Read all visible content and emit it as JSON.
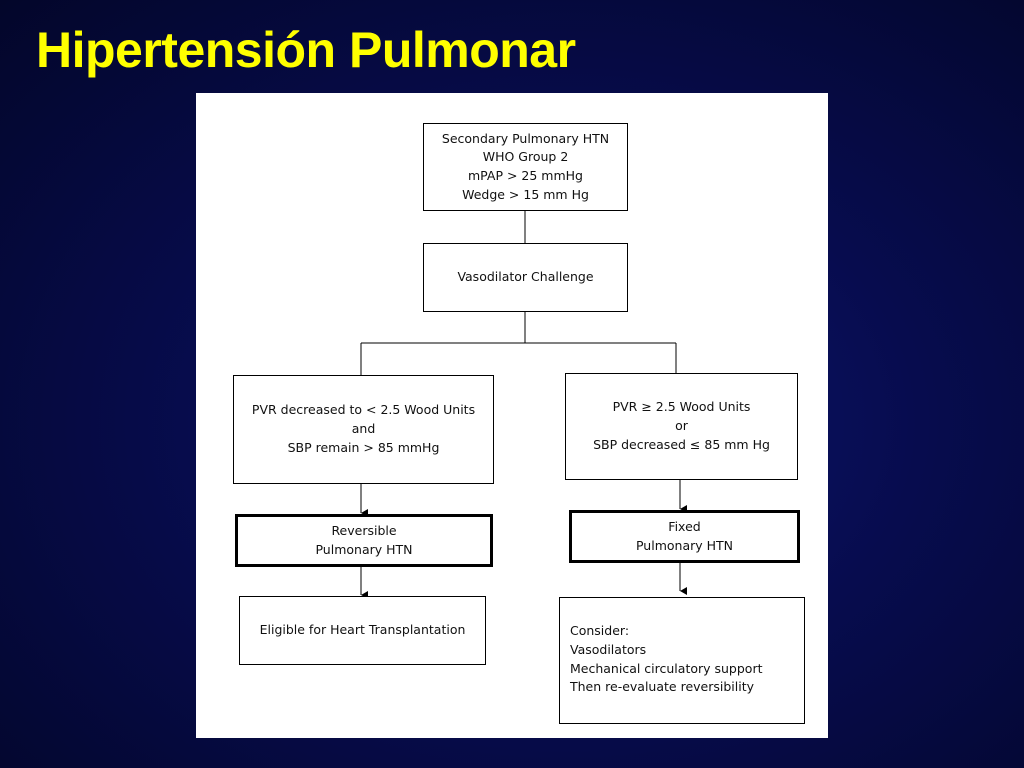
{
  "slide": {
    "title": "Hipertensión Pulmonar"
  },
  "flowchart": {
    "start": {
      "lines": [
        "Secondary Pulmonary HTN",
        "WHO Group 2",
        "mPAP > 25 mmHg",
        "Wedge > 15 mm Hg"
      ]
    },
    "challenge": {
      "lines": [
        "Vasodilator Challenge"
      ]
    },
    "left_branch": {
      "criteria": {
        "lines": [
          "PVR decreased to <  2.5 Wood Units",
          "and",
          "SBP remain > 85 mmHg"
        ]
      },
      "result": {
        "lines": [
          "Reversible",
          "Pulmonary HTN"
        ]
      },
      "outcome": {
        "lines": [
          "Eligible for Heart Transplantation"
        ]
      }
    },
    "right_branch": {
      "criteria": {
        "lines": [
          "PVR ≥ 2.5 Wood Units",
          "or",
          "SBP decreased ≤ 85 mm Hg"
        ]
      },
      "result": {
        "lines": [
          "Fixed",
          "Pulmonary HTN"
        ]
      },
      "outcome": {
        "lines": [
          "Consider:",
          "Vasodilators",
          "Mechanical circulatory support",
          "Then re-evaluate reversibility"
        ]
      }
    },
    "colors": {
      "background": "#070c4e",
      "title": "#ffff00",
      "figure": "#ffffff",
      "stroke": "#000000"
    }
  }
}
